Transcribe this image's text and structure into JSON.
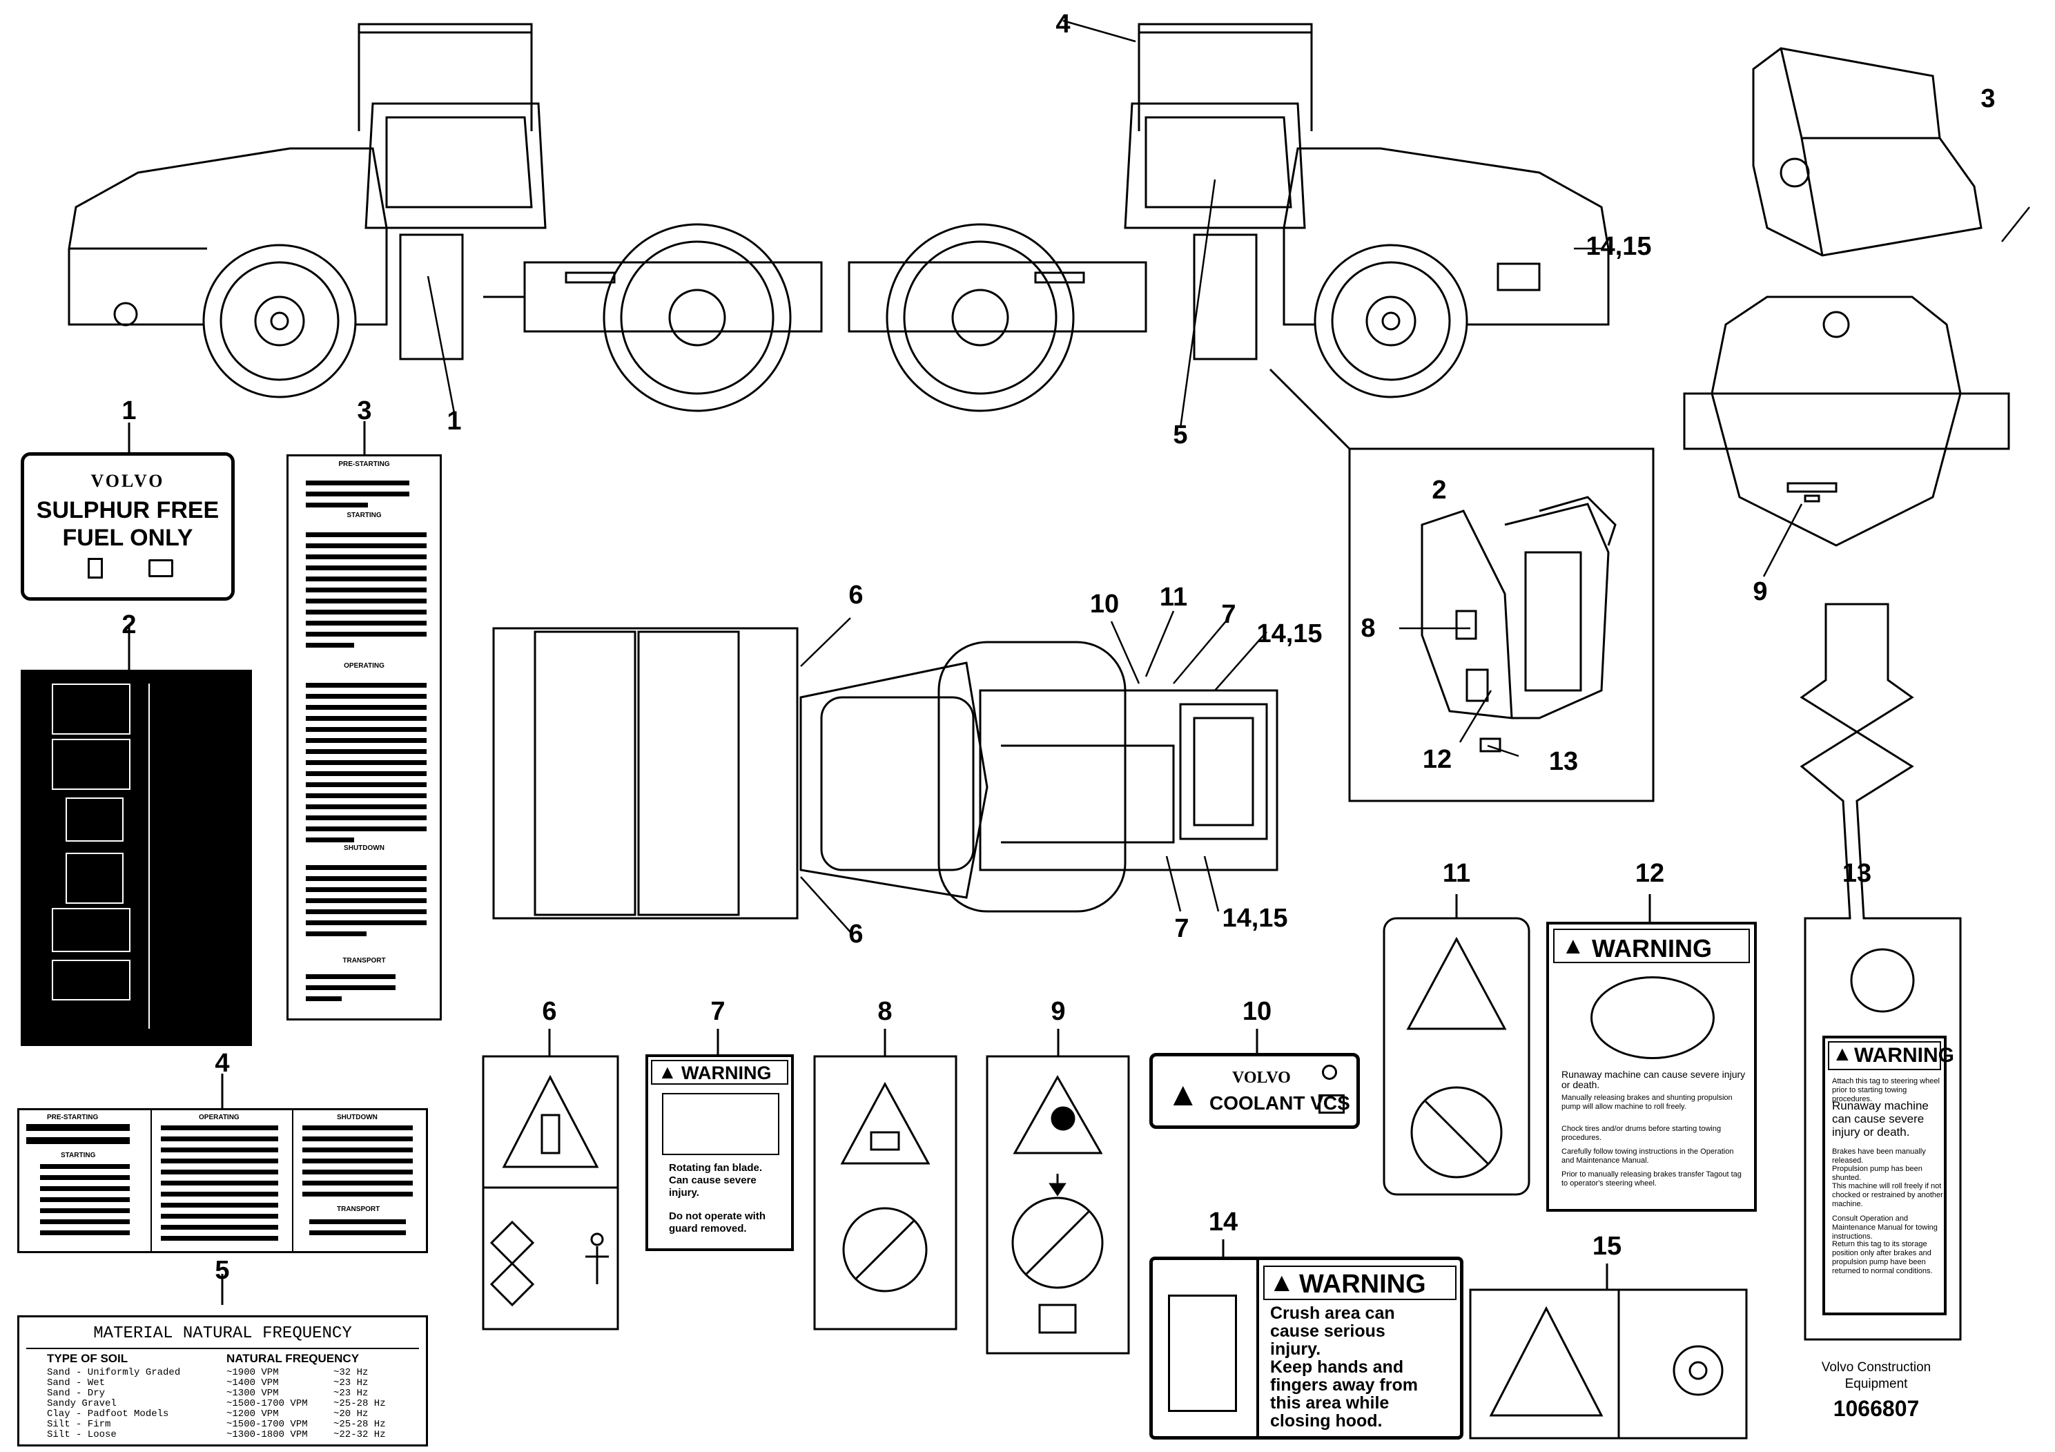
{
  "callouts": {
    "top": [
      "1",
      "1",
      "4",
      "5",
      "3",
      "14,15",
      "9"
    ],
    "inset": [
      "2",
      "8",
      "12",
      "13"
    ],
    "plan": [
      "6",
      "6",
      "10",
      "11",
      "7",
      "14,15",
      "7",
      "14,15"
    ],
    "decals": [
      "1",
      "2",
      "3",
      "4",
      "5",
      "6",
      "7",
      "8",
      "9",
      "10",
      "11",
      "12",
      "13",
      "14",
      "15"
    ]
  },
  "decal1": {
    "brand": "VOLVO",
    "line1": "SULPHUR FREE",
    "line2": "FUEL ONLY"
  },
  "decal3": {
    "sections": [
      "PRE-STARTING",
      "STARTING",
      "OPERATING",
      "SHUTDOWN",
      "TRANSPORT"
    ]
  },
  "decal4": {
    "sections": [
      "PRE-STARTING",
      "OPERATING",
      "SHUTDOWN",
      "STARTING",
      "TRANSPORT"
    ]
  },
  "decal5": {
    "title": "MATERIAL NATURAL FREQUENCY",
    "col1": "TYPE OF SOIL",
    "col2": "NATURAL FREQUENCY",
    "rows": [
      [
        "Sand - Uniformly Graded",
        "~1900 VPM",
        "~32 Hz"
      ],
      [
        "Sand - Wet",
        "~1400 VPM",
        "~23 Hz"
      ],
      [
        "Sand - Dry",
        "~1300 VPM",
        "~23 Hz"
      ],
      [
        "Sandy Gravel",
        "~1500-1700 VPM",
        "~25-28 Hz"
      ],
      [
        "Clay - Padfoot Models",
        "~1200 VPM",
        "~20 Hz"
      ],
      [
        "Silt - Firm",
        "~1500-1700 VPM",
        "~25-28 Hz"
      ],
      [
        "Silt - Loose",
        "~1300-1800 VPM",
        "~22-32 Hz"
      ]
    ]
  },
  "decal7": {
    "header": "WARNING",
    "text1": "Rotating fan blade.",
    "text2": "Can cause severe",
    "text3": "injury.",
    "text4": "Do not operate with",
    "text5": "guard removed."
  },
  "decal10": {
    "brand": "VOLVO",
    "text": "COOLANT VCS"
  },
  "decal12": {
    "header": "WARNING",
    "p1": "Runaway machine can cause severe injury or death.",
    "p2": "Manually releasing brakes and shunting propulsion pump will allow machine to roll freely.",
    "p3": "Chock tires and/or drums before starting towing procedures.",
    "p4": "Carefully follow towing instructions in the Operation and Maintenance Manual.",
    "p5": "Prior to manually releasing brakes transfer Tagout tag to operator's steering wheel."
  },
  "decal13": {
    "header": "WARNING",
    "p1": "Attach this tag to steering wheel prior to starting towing procedures.",
    "p2": "Runaway machine can cause severe injury or death.",
    "p3": "Brakes have been manually released.",
    "p4": "Propulsion pump has been shunted.",
    "p5": "This machine will roll freely if not chocked or restrained by another machine.",
    "p6": "Consult Operation and Maintenance Manual for towing instructions.",
    "p7": "Return this tag to its storage position only after brakes and propulsion pump have been returned to normal conditions."
  },
  "decal14": {
    "header": "WARNING",
    "l1": "Crush area can",
    "l2": "cause serious",
    "l3": "injury.",
    "l4": "Keep hands and",
    "l5": "fingers away from",
    "l6": "this area while",
    "l7": "closing hood."
  },
  "footer": {
    "company1": "Volvo Construction",
    "company2": "Equipment",
    "part": "1066807"
  }
}
